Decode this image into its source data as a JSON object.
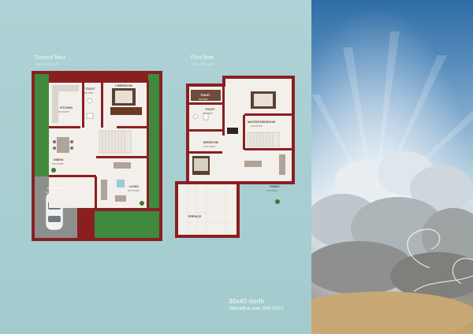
{
  "ground_floor": {
    "title": "Ground floor",
    "area": "Area: 673 sq.ft",
    "rooms": {
      "kitchen": {
        "name": "KITCHEN",
        "size": "8'6\"X10'9\""
      },
      "toilet": {
        "name": "TOILET",
        "size": "5'0\"X8'0\""
      },
      "bedroom": {
        "name": "2 BEDROOM",
        "size": "10'0\"X10'0\""
      },
      "dining": {
        "name": "DINING",
        "size": "10'0\"X10'0\""
      },
      "living": {
        "name": "LIVING",
        "size": "10'0\"X13'0\""
      },
      "car_park": {
        "name": "CAR PARK",
        "size": "10'0\"X15'0\""
      }
    }
  },
  "first_floor": {
    "title": "First floor",
    "area": "Area: 770 sq.ft",
    "rooms": {
      "toilet1": {
        "name": "TOILET",
        "size": "5'0\"X8'0\""
      },
      "toilet2": {
        "name": "TOILET",
        "size": "5'0\"X5'0\""
      },
      "bedroom1": {
        "name": "BEDROOM",
        "size": "10'0\"X13'6\""
      },
      "master_bedroom": {
        "name": "MASTER BEDROOM",
        "size": "10'0\"X13'0\""
      },
      "family": {
        "name": "FAMILY",
        "size": "10'0\"X12'6\""
      },
      "terrace": {
        "name": "TERRACE",
        "size": ""
      }
    }
  },
  "footer": {
    "plot": "30x40 north",
    "total": "Total built up area: 1643 SQ.FT"
  },
  "colors": {
    "wall": "#8a1f22",
    "lawn": "#3f8a3e",
    "floor": "#f3efea",
    "wood": "#6a3a24"
  }
}
